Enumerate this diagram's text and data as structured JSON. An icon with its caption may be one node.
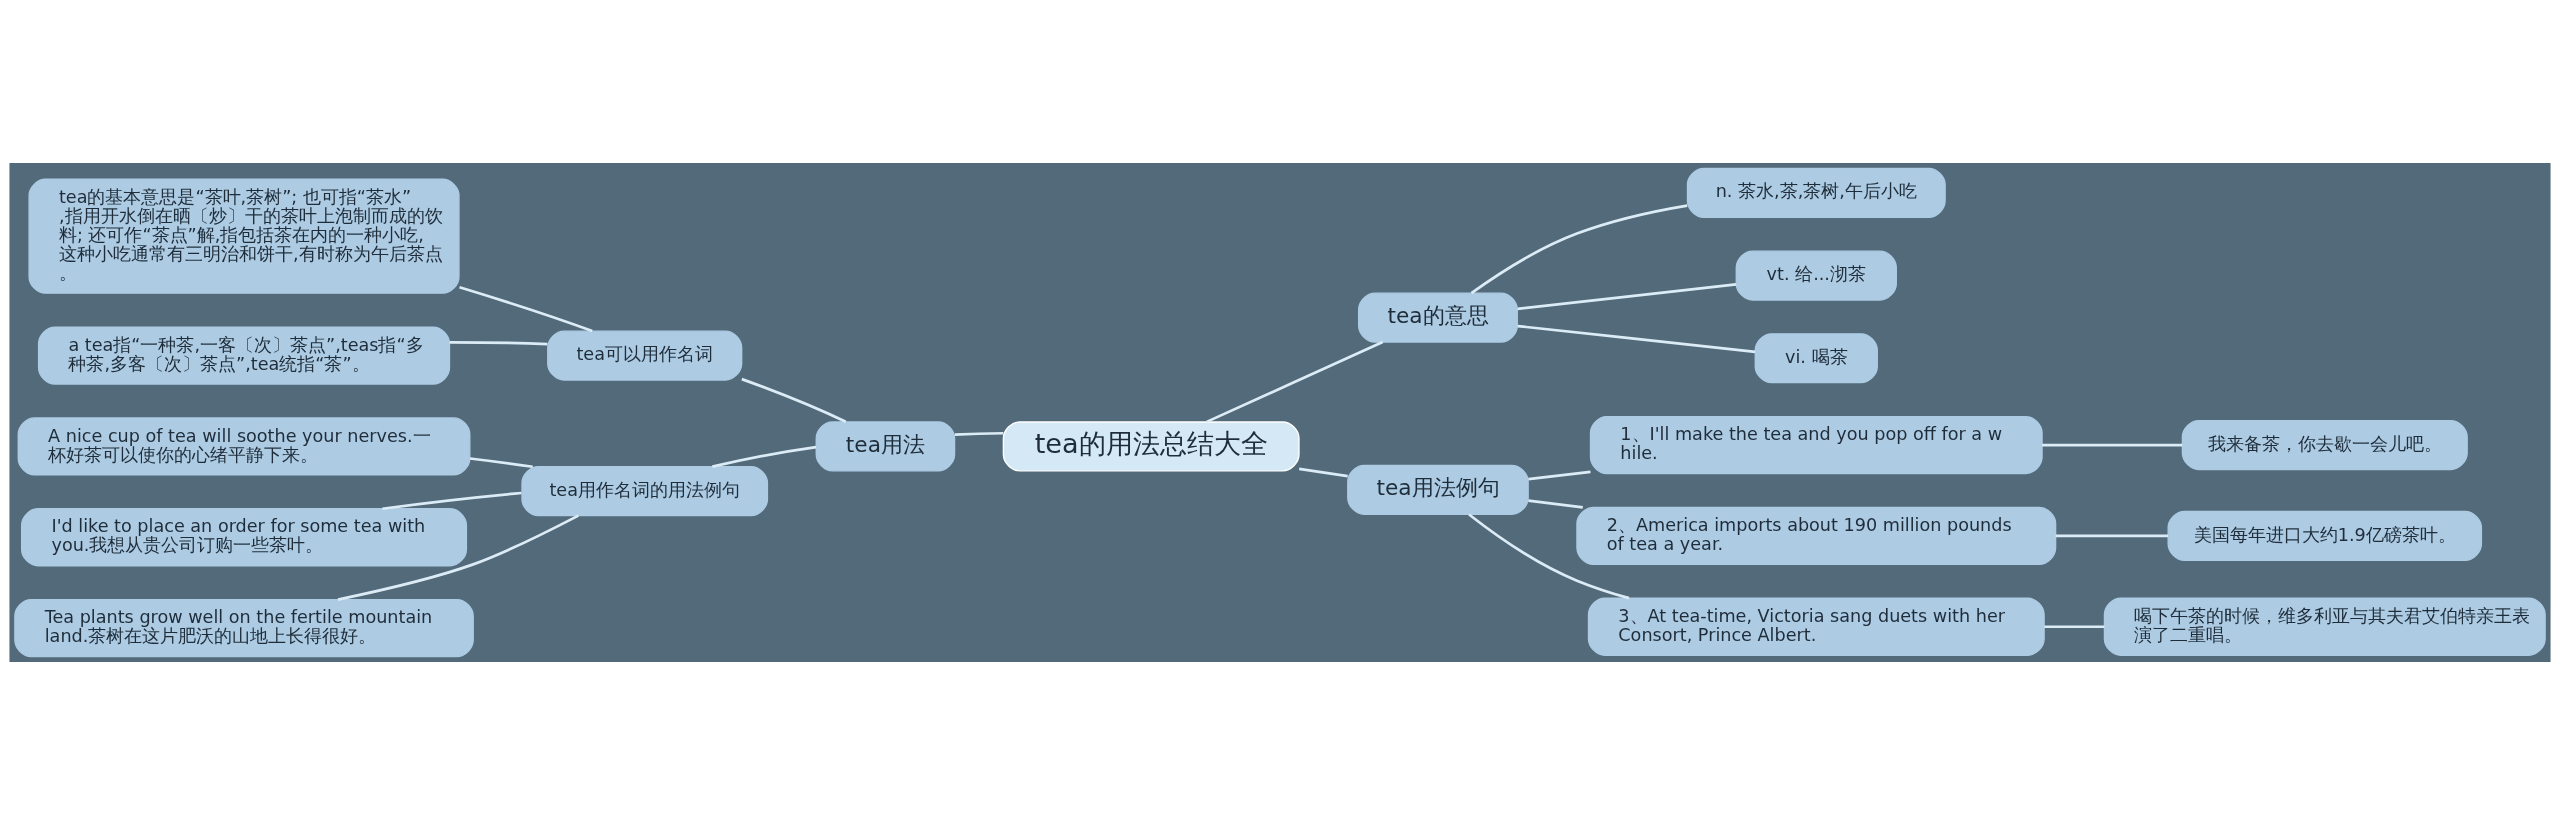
{
  "diagram": {
    "nodes": [
      {
        "text": [
          "tea的用法总结大全"
        ]
      },
      {
        "text": [
          "tea用法"
        ]
      },
      {
        "text": [
          "tea可以用作名词"
        ]
      },
      {
        "text": [
          "tea的基本意思是“茶叶,茶树”; 也可指“茶水”,指用开水倒在晒〔炒〕干的茶叶上泡制而成的饮料; 还可作“茶点”解,指包括茶在内的一种小吃,这种小吃通常有三明治和饼干,有时称为午后茶点。"
        ]
      },
      {
        "text": [
          "a tea指“一种茶,一客〔次〕茶点”,teas指“多种茶,多客〔次〕茶点”,tea统指“茶”。"
        ]
      },
      {
        "text": [
          "tea用作名词的用法例句"
        ]
      },
      {
        "text": [
          "A nice cup of tea will soothe your nerves.一杯好茶可以使你的心绪平静下来。"
        ]
      },
      {
        "text": [
          "I'd like to place an order for some tea with you.我想从贵公司订购一些茶叶。"
        ]
      },
      {
        "text": [
          "Tea plants grow well on the fertile mountain land.茶树在这片肥沃的山地上长得很好。"
        ]
      },
      {
        "text": [
          "tea的意思"
        ]
      },
      {
        "text": [
          "n. 茶水,茶,茶树,午后小吃"
        ]
      },
      {
        "text": [
          "vt. 给...沏茶"
        ]
      },
      {
        "text": [
          "vi. 喝茶"
        ]
      },
      {
        "text": [
          "tea用法例句"
        ]
      },
      {
        "text": [
          "1、I'll make the tea and you pop off for a while."
        ]
      },
      {
        "text": [
          "我来备茶，你去歇一会儿吧。"
        ]
      },
      {
        "text": [
          "2、America imports about 190 million pounds of tea a year."
        ]
      },
      {
        "text": [
          "美国每年进口大约1.9亿磅茶叶。"
        ]
      },
      {
        "text": [
          "3、At tea-time, Victoria sang duets with her Consort, Prince Albert."
        ]
      },
      {
        "text": [
          "喝下午茶的时候，维多利亚与其夫君艾伯特亲王表演了二重唱。"
        ]
      }
    ],
    "edges": [
      {
        "from": 0,
        "to": 1,
        "arrow": "none"
      },
      {
        "from": 1,
        "to": 2,
        "arrow": "none"
      },
      {
        "from": 2,
        "to": 3,
        "arrow": "none"
      },
      {
        "from": 2,
        "to": 4,
        "arrow": "none"
      },
      {
        "from": 1,
        "to": 5,
        "arrow": "none"
      },
      {
        "from": 5,
        "to": 6,
        "arrow": "none"
      },
      {
        "from": 5,
        "to": 7,
        "arrow": "none"
      },
      {
        "from": 5,
        "to": 8,
        "arrow": "none"
      },
      {
        "from": 0,
        "to": 9,
        "arrow": "none"
      },
      {
        "from": 9,
        "to": 10,
        "arrow": "none"
      },
      {
        "from": 9,
        "to": 11,
        "arrow": "none"
      },
      {
        "from": 9,
        "to": 12,
        "arrow": "none"
      },
      {
        "from": 0,
        "to": 13,
        "arrow": "none"
      },
      {
        "from": 13,
        "to": 14,
        "arrow": "none"
      },
      {
        "from": 14,
        "to": 15,
        "arrow": "none"
      },
      {
        "from": 13,
        "to": 16,
        "arrow": "none"
      },
      {
        "from": 16,
        "to": 17,
        "arrow": "none"
      },
      {
        "from": 13,
        "to": 18,
        "arrow": "none"
      },
      {
        "from": 18,
        "to": 19,
        "arrow": "none"
      }
    ]
  }
}
